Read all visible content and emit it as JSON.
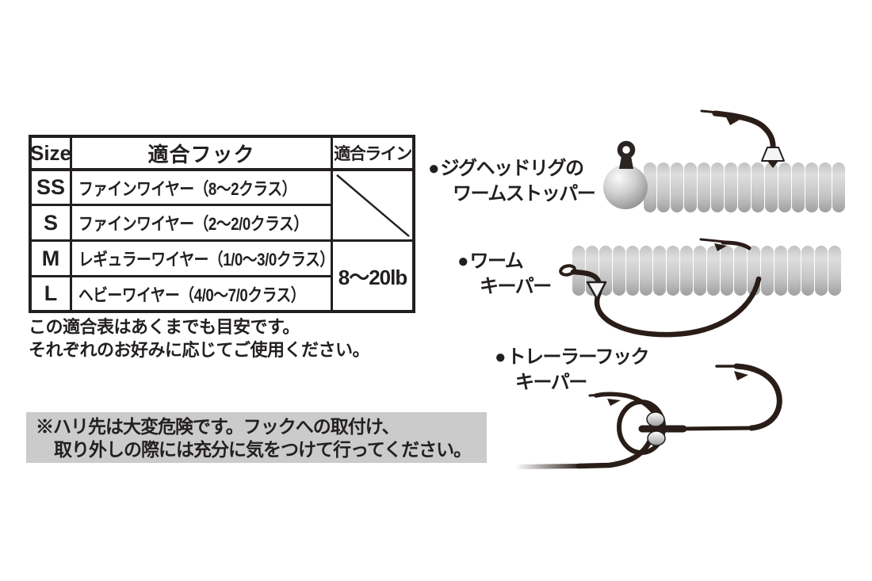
{
  "table": {
    "headers": {
      "size": "Size",
      "hook": "適合フック",
      "line": "適合ライン"
    },
    "rows": [
      {
        "size": "SS",
        "hook": "ファインワイヤー（8～2クラス）"
      },
      {
        "size": "S",
        "hook": "ファインワイヤー（2～2/0クラス）"
      },
      {
        "size": "M",
        "hook": "レギュラーワイヤー（1/0～3/0クラス）"
      },
      {
        "size": "L",
        "hook": "ヘビーワイヤー（4/0～7/0クラス）"
      }
    ],
    "line_spans": [
      {
        "rows": [
          "SS",
          "S"
        ],
        "value": ""
      },
      {
        "rows": [
          "M",
          "L"
        ],
        "value": "8～20lb"
      }
    ]
  },
  "notes": {
    "line1": "この適合表はあくまでも目安です。",
    "line2": "それぞれのお好みに応じてご使用ください。"
  },
  "warning": {
    "line1": "※ハリ先は大変危険です。フックへの取付け、",
    "line2": "取り外しの際には充分に気をつけて行ってください。"
  },
  "diagrams": [
    {
      "bullet": "●",
      "label_line1": "ジグヘッドリグの",
      "label_line2": "ワームストッパー"
    },
    {
      "bullet": "●",
      "label_line1": "ワーム",
      "label_line2": "キーパー"
    },
    {
      "bullet": "●",
      "label_line1": "トレーラーフック",
      "label_line2": "キーパー"
    }
  ],
  "colors": {
    "text": "#231f20",
    "warning_background": "#cbcbcb",
    "hook_wire": "#2a1d18",
    "worm_gray_light": "#dedede",
    "worm_gray_dark": "#9f9f9f"
  }
}
